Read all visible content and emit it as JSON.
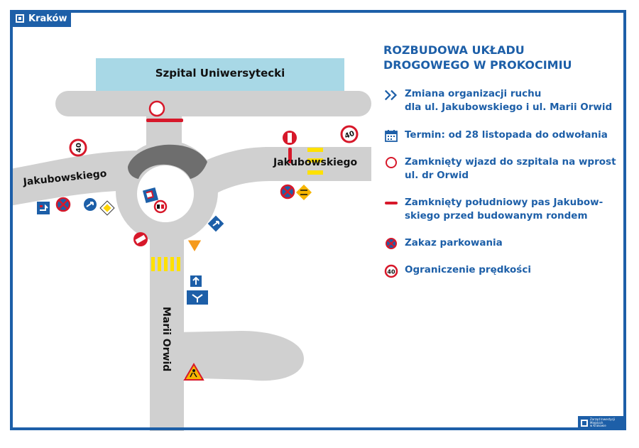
{
  "brand": {
    "city": "Kraków",
    "icon": "city-logo-icon"
  },
  "map": {
    "building": "Szpital Uniwersytecki",
    "road_west": "Jakubowskiego",
    "road_east": "Jakubowskiego",
    "road_south": "Marii Orwid",
    "speed_limit": "40",
    "colors": {
      "road": "#d0d0d0",
      "building": "#a8d8e6",
      "island": "#6e6e6e",
      "closed": "#d7182a",
      "crossing": "#ffe100",
      "accent": "#1d5fa8"
    }
  },
  "legend": {
    "title": "ROZBUDOWA UKŁADU\nDROGOWEGO W PROKOCIMIU",
    "items": [
      {
        "icon": "double-chevron-icon",
        "text": "Zmiana organizacji ruchu\ndla ul. Jakubowskiego i ul. Marii Orwid"
      },
      {
        "icon": "calendar-icon",
        "text": "Termin: od 28 listopada do odwołania"
      },
      {
        "icon": "closed-entry-circle-icon",
        "text": "Zamknięty wjazd do szpitala na wprost\nul. dr Orwid"
      },
      {
        "icon": "closed-lane-line-icon",
        "text": "Zamknięty południowy pas Jakubow-\nskiego przed budowanym rondem"
      },
      {
        "icon": "no-parking-icon",
        "text": "Zakaz parkowania"
      },
      {
        "icon": "speed-limit-icon",
        "text": "Ograniczenie prędkości"
      }
    ]
  },
  "organization": {
    "name": "Zarząd Inwestycji\nMiejskich\nw Krakowie",
    "icon": "zim-logo-icon"
  }
}
